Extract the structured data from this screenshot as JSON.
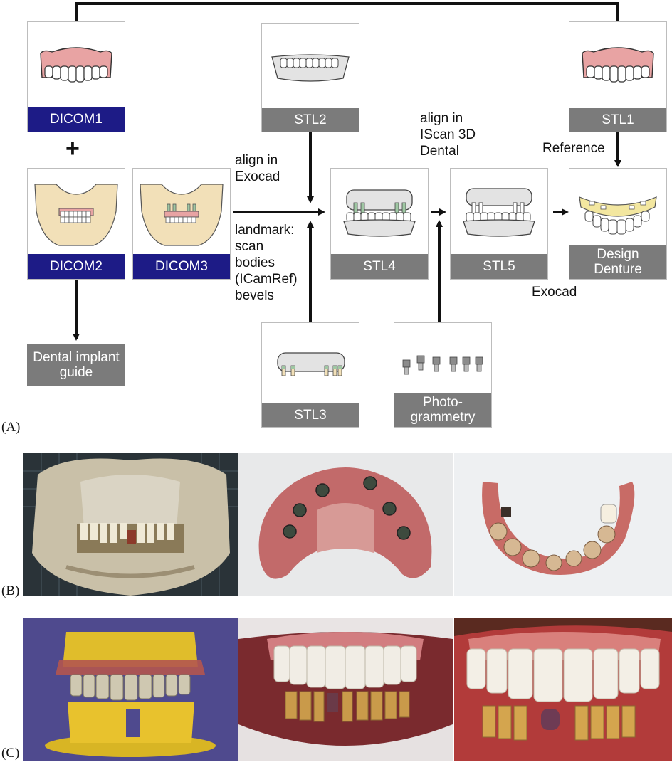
{
  "panel_labels": {
    "a": "(A)",
    "b": "(B)",
    "c": "(C)"
  },
  "boxes": {
    "dicom1": "DICOM1",
    "dicom2": "DICOM2",
    "dicom3": "DICOM3",
    "stl1": "STL1",
    "stl2": "STL2",
    "stl3": "STL3",
    "stl4": "STL4",
    "stl5": "STL5",
    "design": "Design\nDenture",
    "photogrammetry": "Photo-\ngrammetry",
    "guide": "Dental implant\nguide"
  },
  "annotations": {
    "plus": "+",
    "align_exocad": "align in\nExocad",
    "landmark": "landmark:\nscan\nbodies\n(ICamRef)\nbevels",
    "align_iscan": "align in\nIScan 3D\nDental",
    "reference": "Reference",
    "exocad": "Exocad"
  },
  "colors": {
    "navy": "#1d1b86",
    "grey": "#7b7b7b",
    "gum": "#e8a3a3",
    "bone": "#f2e0b8",
    "scan_body": "#9fc7a3"
  }
}
